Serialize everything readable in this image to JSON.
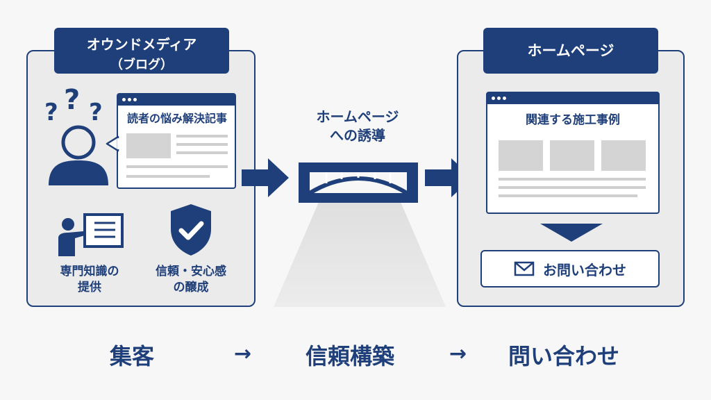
{
  "left_panel": {
    "title_line1": "オウンドメディア",
    "title_line2": "（ブログ）",
    "article_title": "読者の悩み解決記事",
    "item1_line1": "専門知識の",
    "item1_line2": "提供",
    "item2_line1": "信頼・安心感",
    "item2_line2": "の醸成"
  },
  "middle": {
    "line1": "ホームページ",
    "line2": "への誘導"
  },
  "right_panel": {
    "title": "ホームページ",
    "section_title": "関連する施工事例",
    "contact_label": "お問い合わせ"
  },
  "stages": {
    "s1": "集客",
    "s2": "信頼構築",
    "s3": "問い合わせ",
    "arrow": "→"
  },
  "icons": [
    "question-marks-icon",
    "person-icon",
    "teacher-board-icon",
    "shield-check-icon",
    "bridge-icon",
    "arrow-right-icon",
    "arrow-down-icon",
    "mail-icon"
  ],
  "colors": {
    "accent": "#1f3f7a",
    "panel_bg": "#ebebeb",
    "placeholder": "#d4d4d4"
  }
}
